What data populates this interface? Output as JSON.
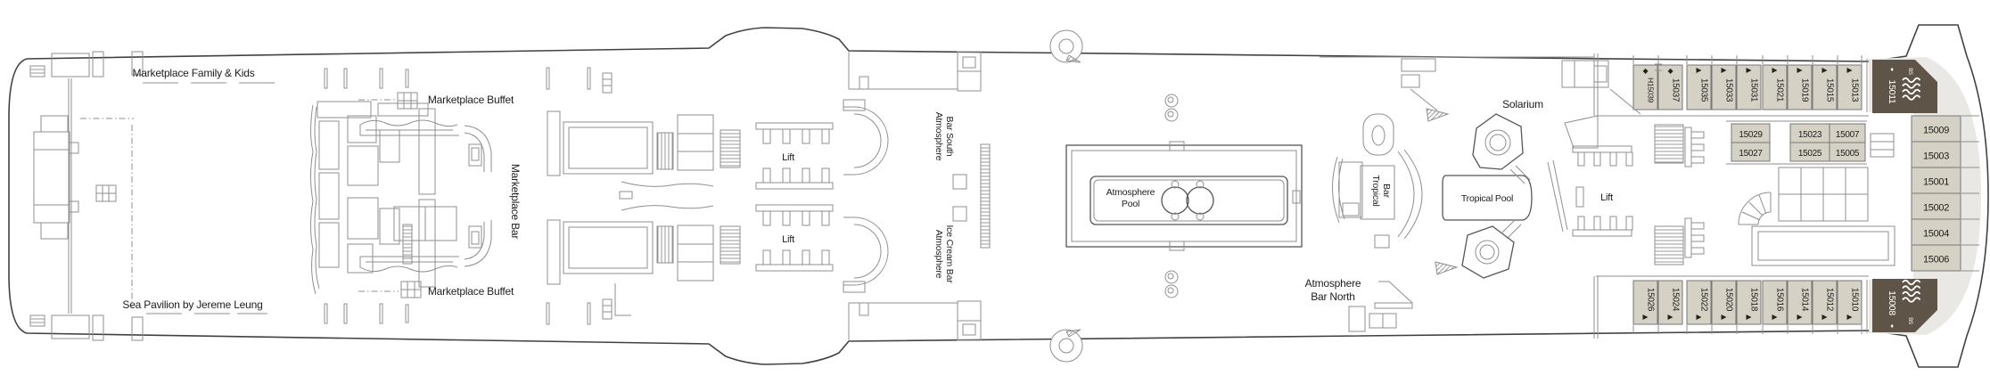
{
  "deck": {
    "labels": {
      "marketplace_family_kids": "Marketplace Family & Kids",
      "marketplace_buffet_top": "Marketplace Buffet",
      "marketplace_buffet_bottom": "Marketplace Buffet",
      "sea_pavilion": "Sea Pavilion by Jereme Leung",
      "marketplace_bar": "Marketplace Bar",
      "lift_forward_top": "Lift",
      "lift_forward_bottom": "Lift",
      "atmosphere_bar_south_line1": "Atmosphere",
      "atmosphere_bar_south_line2": "Bar South",
      "atmosphere_ice_cream_line1": "Atmosphere",
      "atmosphere_ice_cream_line2": "Ice Cream Bar",
      "atmosphere_pool_line1": "Atmosphere",
      "atmosphere_pool_line2": "Pool",
      "atmosphere_bar_north_line1": "Atmosphere",
      "atmosphere_bar_north_line2": "Bar North",
      "solarium": "Solarium",
      "tropical_bar_line1": "Tropical",
      "tropical_bar_line2": "Bar",
      "tropical_pool": "Tropical Pool",
      "lift_aft": "Lift"
    },
    "cabins": {
      "top_row": [
        {
          "number": "H15039",
          "marker": "diamond"
        },
        {
          "number": "15037",
          "marker": "diamond"
        },
        {
          "number": "15035",
          "marker": "arrow"
        },
        {
          "number": "15033",
          "marker": "arrow"
        },
        {
          "number": "15031",
          "marker": "arrow"
        },
        {
          "number": "15021",
          "marker": "arrow"
        },
        {
          "number": "15019",
          "marker": "arrow"
        },
        {
          "number": "15015",
          "marker": "arrow"
        },
        {
          "number": "15013",
          "marker": "arrow"
        }
      ],
      "bottom_row": [
        {
          "number": "15026",
          "marker": "arrow"
        },
        {
          "number": "15024",
          "marker": "arrow"
        },
        {
          "number": "15022",
          "marker": "arrow"
        },
        {
          "number": "15020",
          "marker": "arrow"
        },
        {
          "number": "15018",
          "marker": "arrow"
        },
        {
          "number": "15016",
          "marker": "arrow"
        },
        {
          "number": "15014",
          "marker": "arrow"
        },
        {
          "number": "15012",
          "marker": "arrow"
        },
        {
          "number": "15010",
          "marker": "arrow"
        }
      ],
      "mid_blocks": [
        {
          "cells": [
            "15029",
            "15027"
          ]
        },
        {
          "cells": [
            "15023",
            "15025"
          ]
        },
        {
          "cells": [
            "15007",
            "15005"
          ]
        }
      ],
      "aft_column": [
        "15009",
        "15003",
        "15001",
        "15002",
        "15004",
        "15006"
      ],
      "suites": [
        {
          "number": "15011",
          "badge": "BS",
          "marker": "♦"
        },
        {
          "number": "15008",
          "badge": "BS",
          "marker": "♦"
        }
      ]
    },
    "colors": {
      "cabin_fill": "#d5d2c5",
      "suite_fill": "#5e5447",
      "balcony_fill": "#e9e8e4",
      "hull_line": "#414141",
      "interior_line": "#8f8f8f",
      "label_text": "#1d1d1d",
      "suite_text": "#ffffff"
    }
  }
}
